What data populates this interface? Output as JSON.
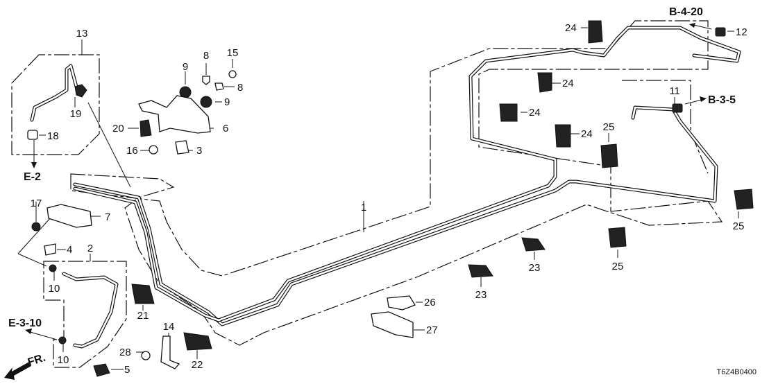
{
  "diagram": {
    "type": "exploded-parts-diagram",
    "diagram_code": "T6Z4B0400",
    "direction_indicator": "FR.",
    "references": [
      {
        "id": "ref-b-4-20",
        "text": "B-4-20"
      },
      {
        "id": "ref-b-3-5",
        "text": "B-3-5"
      },
      {
        "id": "ref-e-2",
        "text": "E-2"
      },
      {
        "id": "ref-e-3-10",
        "text": "E-3-10"
      }
    ],
    "callouts": [
      {
        "part": "1",
        "text": "1"
      },
      {
        "part": "2",
        "text": "2"
      },
      {
        "part": "3",
        "text": "3"
      },
      {
        "part": "4",
        "text": "4"
      },
      {
        "part": "5",
        "text": "5"
      },
      {
        "part": "6",
        "text": "6"
      },
      {
        "part": "7",
        "text": "7"
      },
      {
        "part": "8a",
        "text": "8"
      },
      {
        "part": "8b",
        "text": "8"
      },
      {
        "part": "9a",
        "text": "9"
      },
      {
        "part": "9b",
        "text": "9"
      },
      {
        "part": "10a",
        "text": "10"
      },
      {
        "part": "10b",
        "text": "10"
      },
      {
        "part": "11",
        "text": "11"
      },
      {
        "part": "12",
        "text": "12"
      },
      {
        "part": "13",
        "text": "13"
      },
      {
        "part": "14",
        "text": "14"
      },
      {
        "part": "15",
        "text": "15"
      },
      {
        "part": "16",
        "text": "16"
      },
      {
        "part": "17",
        "text": "17"
      },
      {
        "part": "18",
        "text": "18"
      },
      {
        "part": "19",
        "text": "19"
      },
      {
        "part": "20",
        "text": "20"
      },
      {
        "part": "21",
        "text": "21"
      },
      {
        "part": "22",
        "text": "22"
      },
      {
        "part": "23a",
        "text": "23"
      },
      {
        "part": "23b",
        "text": "23"
      },
      {
        "part": "24a",
        "text": "24"
      },
      {
        "part": "24b",
        "text": "24"
      },
      {
        "part": "24c",
        "text": "24"
      },
      {
        "part": "24d",
        "text": "24"
      },
      {
        "part": "25a",
        "text": "25"
      },
      {
        "part": "25b",
        "text": "25"
      },
      {
        "part": "25c",
        "text": "25"
      },
      {
        "part": "26",
        "text": "26"
      },
      {
        "part": "27",
        "text": "27"
      },
      {
        "part": "28",
        "text": "28"
      }
    ]
  }
}
